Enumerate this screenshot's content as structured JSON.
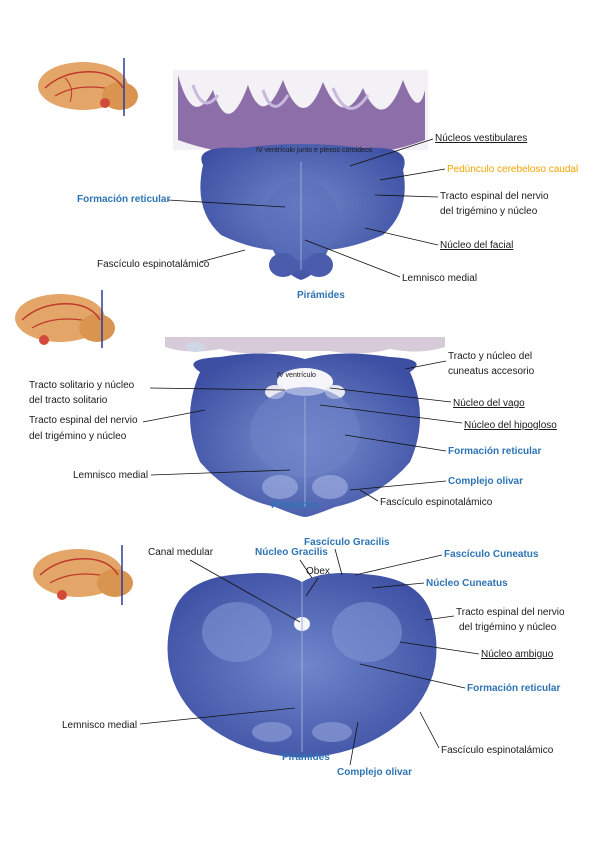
{
  "panel1": {
    "labels": {
      "iv_ventriculo": "IV ventrículo junto e plexos coroideos",
      "nucleos_vestibulares": "Núcleos vestibulares",
      "pedunculo_cerebeloso": "Pedúnculo cerebeloso caudal",
      "formacion_reticular": "Formación reticular",
      "tracto_espinal_1": "Tracto espinal del nervio",
      "tracto_espinal_2": "del trigémino y núcleo",
      "nucleo_facial": "Núcleo del facial",
      "fasciculo_espinotalamico": "Fascículo espinotalámico",
      "lemnisco_medial": "Lemnisco medial",
      "piramides": "Pirámides"
    }
  },
  "panel2": {
    "labels": {
      "iv_ventriculo": "IV ventrículo",
      "tracto_cuneatus_1": "Tracto y núcleo del",
      "tracto_cuneatus_2": "cuneatus accesorio",
      "tracto_solitario_1": "Tracto solitario y núcleo",
      "tracto_solitario_2": "del tracto solitario",
      "nucleo_vago": "Núcleo del vago",
      "nucleo_hipogloso": "Núcleo del hipogloso",
      "tracto_espinal_1": "Tracto espinal del nervio",
      "tracto_espinal_2": "del trigémino y núcleo",
      "formacion_reticular": "Formación reticular",
      "lemnisco_medial": "Lemnisco medial",
      "complejo_olivar": "Complejo olivar",
      "piramides": "Pirámides",
      "fasciculo_espinotalamico": "Fascículo espinotalámico"
    }
  },
  "panel3": {
    "labels": {
      "canal_medular": "Canal medular",
      "nucleo_gracilis": "Núcleo Gracilis",
      "fasciculo_gracilis": "Fascículo Gracilis",
      "fasciculo_cuneatus": "Fascículo Cuneatus",
      "obex": "Obex",
      "nucleo_cuneatus": "Núcleo Cuneatus",
      "tracto_espinal_1": "Tracto espinal del nervio",
      "tracto_espinal_2": "del trigémino y núcleo",
      "nucleo_ambiguo": "Núcleo ambiguo",
      "formacion_reticular": "Formación reticular",
      "lemnisco_medial": "Lemnisco medial",
      "fasciculo_espinotalamico": "Fascículo espinotalámico",
      "piramides": "Pirámides",
      "complejo_olivar": "Complejo olivar"
    }
  },
  "colors": {
    "stain_dark": "#3d4fa3",
    "stain_light": "#6f86c8",
    "stain_fiber": "#8a9bd4",
    "cerebellum": "#8c6ea8",
    "brain_thumb": "#e0a060",
    "label_blue": "#2e74b5",
    "label_gold": "#f0a500"
  }
}
